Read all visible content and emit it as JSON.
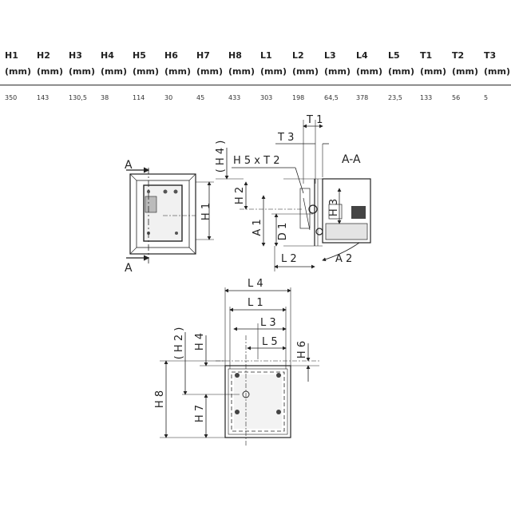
{
  "table": {
    "unit": "(mm)",
    "columns": [
      {
        "code": "H1",
        "value": "350"
      },
      {
        "code": "H2",
        "value": "143"
      },
      {
        "code": "H3",
        "value": "130,5"
      },
      {
        "code": "H4",
        "value": "38"
      },
      {
        "code": "H5",
        "value": "114"
      },
      {
        "code": "H6",
        "value": "30"
      },
      {
        "code": "H7",
        "value": "45"
      },
      {
        "code": "H8",
        "value": "433"
      },
      {
        "code": "L1",
        "value": "303"
      },
      {
        "code": "L2",
        "value": "198"
      },
      {
        "code": "L3",
        "value": "64,5"
      },
      {
        "code": "L4",
        "value": "378"
      },
      {
        "code": "L5",
        "value": "23,5"
      },
      {
        "code": "T1",
        "value": "133"
      },
      {
        "code": "T2",
        "value": "56"
      },
      {
        "code": "T3",
        "value": "5"
      }
    ]
  },
  "drawing": {
    "section_marker": "A",
    "section_title": "A-A",
    "labels": {
      "H1": "H 1",
      "H2": "H 2",
      "H3": "H 3",
      "H4": "( H 4 )",
      "H5xT2": "H 5 x T 2",
      "T1": "T 1",
      "T3": "T 3",
      "A1": "A 1",
      "A2": "A 2",
      "D1": "D 1",
      "L2": "L 2",
      "L4": "L 4",
      "L1": "L 1",
      "L3": "L 3",
      "L5": "L 5",
      "H6": "H 6",
      "H8": "H 8",
      "H7": "H 7",
      "H4b": "H 4",
      "H2b": "( H 2 )"
    }
  }
}
